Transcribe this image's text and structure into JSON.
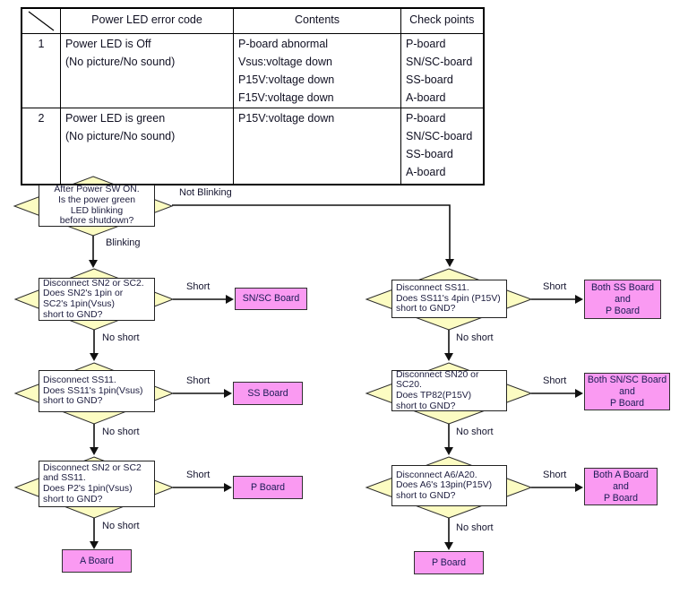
{
  "table": {
    "headers": [
      "Power LED error code",
      "Contents",
      "Check points"
    ],
    "rows": [
      {
        "num": "1",
        "error_code": [
          "Power LED is Off",
          "(No picture/No sound)"
        ],
        "contents": [
          "P-board abnormal",
          "Vsus:voltage down",
          "P15V:voltage down",
          "F15V:voltage down"
        ],
        "check_points": [
          "P-board",
          "SN/SC-board",
          "SS-board",
          "A-board"
        ]
      },
      {
        "num": "2",
        "error_code": [
          "Power LED is green",
          "(No picture/No sound)"
        ],
        "contents": [
          "P15V:voltage down"
        ],
        "check_points": [
          "P-board",
          "SN/SC-board",
          "SS-board",
          "A-board"
        ]
      }
    ]
  },
  "flowchart": {
    "start": {
      "lines": [
        "After Power SW ON.",
        "Is the power green",
        "LED blinking",
        "before shutdown?"
      ]
    },
    "labels": {
      "blinking": "Blinking",
      "not_blinking": "Not Blinking",
      "short": "Short",
      "no_short": "No short"
    },
    "left": [
      {
        "question": [
          "Disconnect SN2 or SC2.",
          "Does SN2's 1pin or",
          "SC2's 1pin(Vsus)",
          "short to GND?"
        ],
        "result": "SN/SC Board"
      },
      {
        "question": [
          "Disconnect SS11.",
          "Does SS11's 1pin(Vsus)",
          "short to GND?"
        ],
        "result": "SS Board"
      },
      {
        "question": [
          "Disconnect SN2 or SC2",
          "and SS11.",
          "Does P2's 1pin(Vsus)",
          "short to GND?"
        ],
        "result": "P Board"
      }
    ],
    "left_end": "A Board",
    "right": [
      {
        "question": [
          "Disconnect SS11.",
          "Does SS11's 4pin (P15V)",
          "short to GND?"
        ],
        "result": [
          "Both SS Board",
          "and",
          "P Board"
        ]
      },
      {
        "question": [
          "Disconnect SN20 or SC20.",
          "Does TP82(P15V)",
          "short to GND?"
        ],
        "result": [
          "Both SN/SC Board",
          "and",
          "P Board"
        ]
      },
      {
        "question": [
          "Disconnect A6/A20.",
          "Does A6's 13pin(P15V)",
          "short to GND?"
        ],
        "result": [
          "Both A Board",
          "and",
          "P Board"
        ]
      }
    ],
    "right_end": "P Board"
  },
  "colors": {
    "diamond_fill": "#fcfcc2",
    "result_fill": "#fa9af2",
    "line": "#111111"
  }
}
